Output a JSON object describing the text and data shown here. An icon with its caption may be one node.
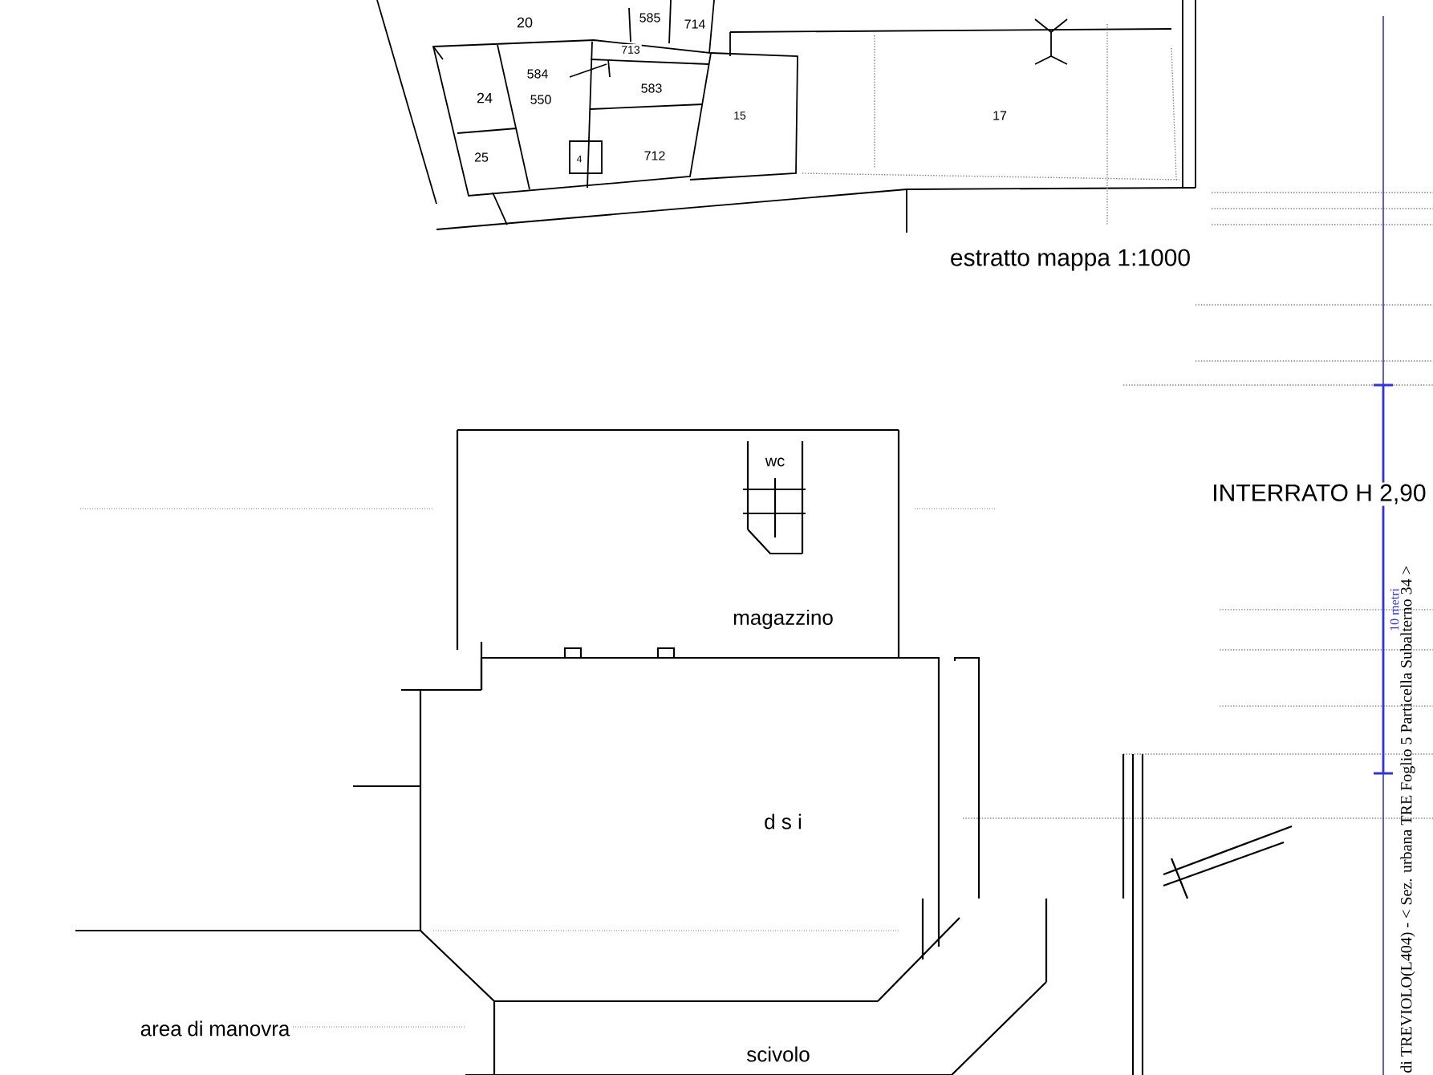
{
  "diagram": {
    "labels": [
      "20",
      "585",
      "714",
      "713",
      "584",
      "550",
      "24",
      "583",
      "15",
      "17",
      "25",
      "712",
      "4",
      "estratto mappa 1:1000",
      "wc",
      "INTERRATO H 2,90",
      "magazzino",
      "d s i",
      "area di manovra",
      "scivolo",
      "10 metri",
      "di TREVIOLO(L404) - < Sez. urbana TRE Foglio 5 Particella Subalterno 34 >"
    ]
  }
}
